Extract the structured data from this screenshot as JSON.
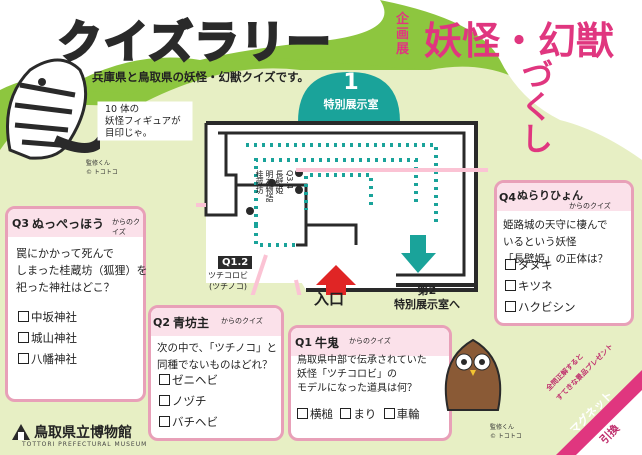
{
  "header": {
    "title": "クイズラリー",
    "subtitle": "兵庫県と鳥取県の妖怪・幻獣クイズです。",
    "exhibit_label": "企画展",
    "exhibit_title": "妖怪・幻獣",
    "exhibit_title_2": "づくし"
  },
  "note": {
    "line1": "10 体の",
    "line2": "妖怪フィギュアが",
    "line3": "目印じゃ。"
  },
  "credits": {
    "left": "監修くん\n© トコトコ",
    "right": "監修くん\n© トコトコ"
  },
  "map": {
    "room1_number": "1",
    "room1_name": "特別展示室",
    "q34_label": "Q3.4\n長壁姫\n明石物語\n桂蔵坊",
    "q12_label": "Q1.2",
    "q12_sub": "ツチコロビ\n(ツチノコ)",
    "entrance": "入口",
    "room2": "第2\n特別展示室へ"
  },
  "cards": {
    "q3": {
      "q": "Q3",
      "name": "ぬっぺっほう",
      "suffix": "からのクイズ",
      "text": "罠にかかって死んで\nしまった桂蔵坊（狐狸）を\n祀った神社はどこ？",
      "options": [
        "中坂神社",
        "城山神社",
        "八幡神社"
      ]
    },
    "q4": {
      "q": "Q4",
      "name": "ぬらりひょん",
      "suffix": "からのクイズ",
      "text": "姫路城の天守に棲んで\nいるという妖怪\n「長壁姫」の正体は？",
      "options": [
        "タヌキ",
        "キツネ",
        "ハクビシン"
      ]
    },
    "q2": {
      "q": "Q2",
      "name": "青坊主",
      "suffix": "からのクイズ",
      "text": "次の中で、「ツチノコ」と\n同種でないものはどれ？",
      "options": [
        "ゼニヘビ",
        "ノヅチ",
        "バチヘビ"
      ]
    },
    "q1": {
      "q": "Q1",
      "name": "牛鬼",
      "suffix": "からのクイズ",
      "text": "鳥取県中部で伝承されていた\n妖怪「ツチコロビ」の\nモデルになった道具は何？",
      "options": [
        "横槌",
        "まり",
        "車輪"
      ]
    }
  },
  "footer": {
    "logo": "鳥取県立博物館",
    "logo_en": "TOTTORI PREFECTURAL MUSEUM",
    "prize_1": "全問正解すると",
    "prize_2": "すてきな景品プレゼント",
    "prize_3": "マグネット",
    "prize_4": "引換"
  },
  "colors": {
    "bg": "#8dc63f",
    "accent": "#e0367f",
    "teal": "#1aa39a",
    "card_border": "#e8a0b8"
  }
}
